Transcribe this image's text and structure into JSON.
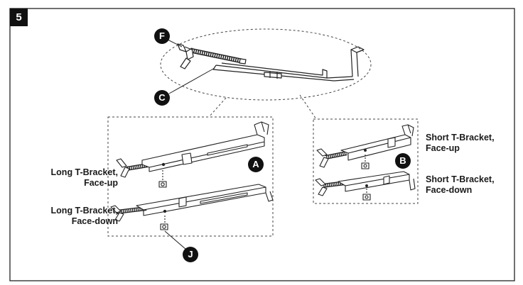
{
  "step_number": "5",
  "callouts": {
    "a": "A",
    "b": "B",
    "c": "C",
    "f": "F",
    "j": "J"
  },
  "labels": {
    "long_face_up": [
      "Long T-Bracket,",
      "Face-up"
    ],
    "long_face_down": [
      "Long T-Bracket,",
      "Face-down"
    ],
    "short_face_up": [
      "Short T-Bracket,",
      "Face-up"
    ],
    "short_face_down": [
      "Short T-Bracket,",
      "Face-down"
    ]
  }
}
